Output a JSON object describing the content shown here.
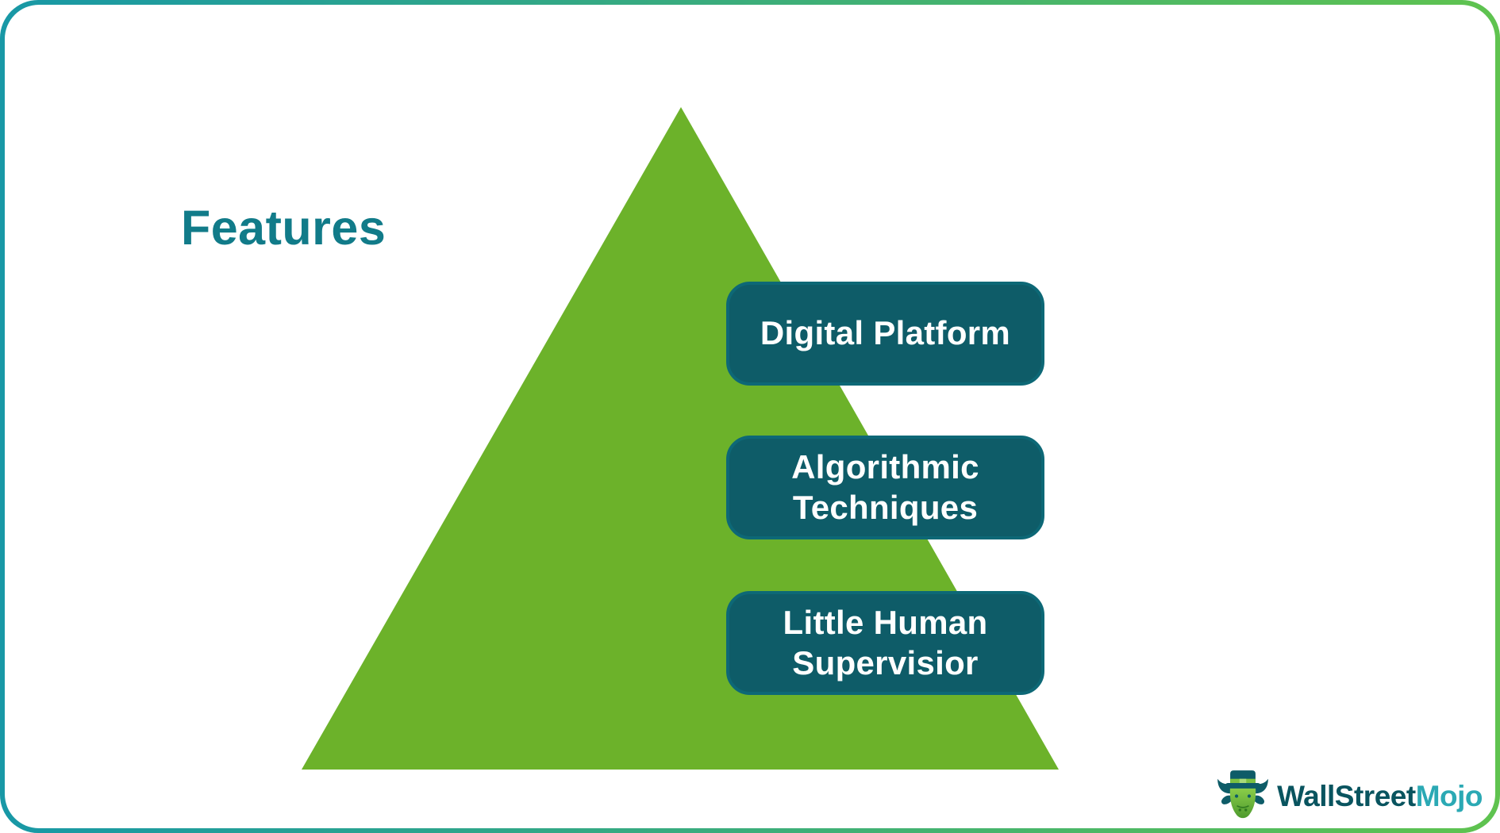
{
  "title": "Features",
  "pyramid": {
    "items": [
      {
        "text": "Digital Platform"
      },
      {
        "text": "Algorithmic\nTechniques"
      },
      {
        "text": "Little Human\nSupervisior"
      }
    ]
  },
  "branding": {
    "logo_primary": "WallStreet",
    "logo_accent": "Mojo"
  },
  "colors": {
    "title_color": "#117B89",
    "triangle_color": "#6CB22A",
    "box_fill": "#0E5C68",
    "box_border": "#0D6876",
    "box_text": "#FFFFFF",
    "frame_gradient_left": "#1898A6",
    "frame_gradient_right": "#5FC34F",
    "logo_primary_color": "#09545F",
    "logo_accent_color": "#2BA9B4",
    "mascot_green": "#7CC141",
    "mascot_green_dark": "#4E9B2E",
    "mascot_teal": "#0E5C68"
  }
}
